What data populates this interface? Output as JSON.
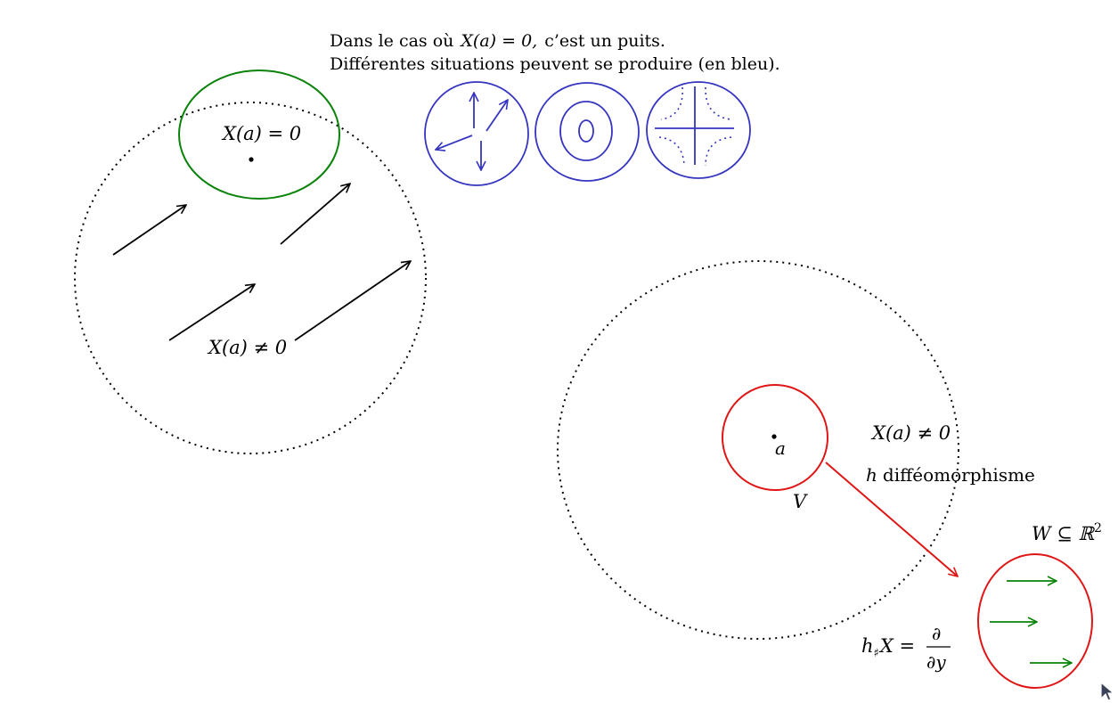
{
  "caption": {
    "line1_prefix": "Dans le cas où",
    "line1_expr": "X(a) = 0,",
    "line1_suffix": "c’est un puits.",
    "line2": "Différentes situations peuvent se produire (en bleu)."
  },
  "left_diagram": {
    "green_label": "X(a) = 0",
    "flow_label": "X(a) ≠ 0"
  },
  "right_diagram": {
    "point_label": "a",
    "neighborhood_label": "V",
    "nonzero_label": "X(a) ≠ 0",
    "h_symbol": "h",
    "h_text": "difféomorphisme",
    "w_label": "W ⊆ ℝ",
    "w_exp": "2",
    "push_lhs_h": "h",
    "push_lhs_sub": "♯",
    "push_lhs_rest": "X =",
    "frac_num": "∂",
    "frac_den": "∂y"
  },
  "colors": {
    "green": "#0a830a",
    "blue": "#3535c0",
    "red": "#e01515",
    "black": "#000000"
  },
  "icons": [
    "mouse-cursor-icon"
  ]
}
